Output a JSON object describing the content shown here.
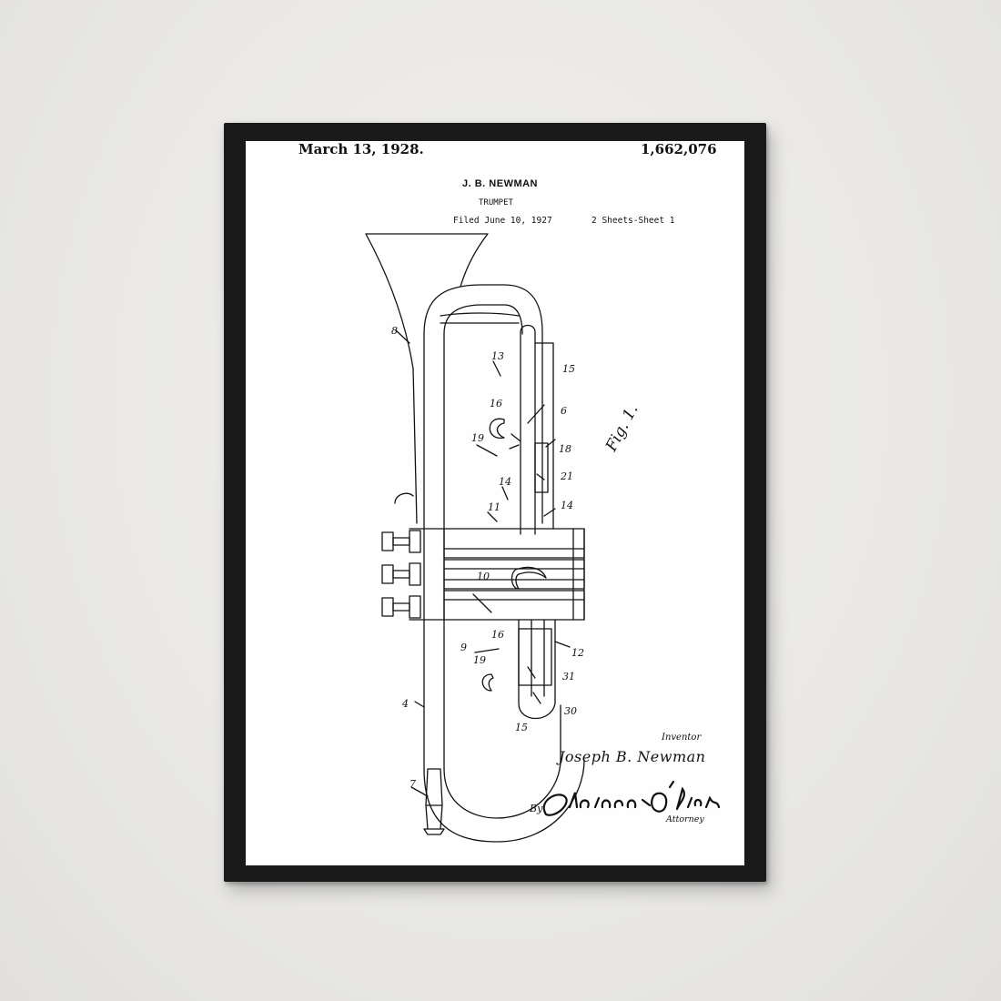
{
  "patent": {
    "date": "March 13, 1928.",
    "inventor_name": "J. B. NEWMAN",
    "patent_number": "1,662,076",
    "title": "TRUMPET",
    "filed": "Filed June 10, 1927",
    "sheets": "2 Sheets-Sheet 1",
    "figure_label": "Fig. 1.",
    "inventor_label": "Inventor",
    "inventor_signature": "Joseph B. Newman",
    "by_label": "By",
    "attorney_signature": "Clarence A. O'Brien",
    "attorney_label": "Attorney"
  },
  "reference_numerals": {
    "n8": "8",
    "n13": "13",
    "n15": "15",
    "n16": "16",
    "n6": "6",
    "n19": "19",
    "n18": "18",
    "n21": "21",
    "n14a": "14",
    "n14b": "14",
    "n11": "11",
    "n10": "10",
    "n9": "9",
    "n16b": "16",
    "n12": "12",
    "n19b": "19",
    "n31": "31",
    "n30": "30",
    "n15b": "15",
    "n4": "4",
    "n7": "7"
  },
  "colors": {
    "ink": "#111111",
    "frame": "#1a1a1a",
    "wall": "#e9e8e6",
    "paper": "#fefefe"
  }
}
